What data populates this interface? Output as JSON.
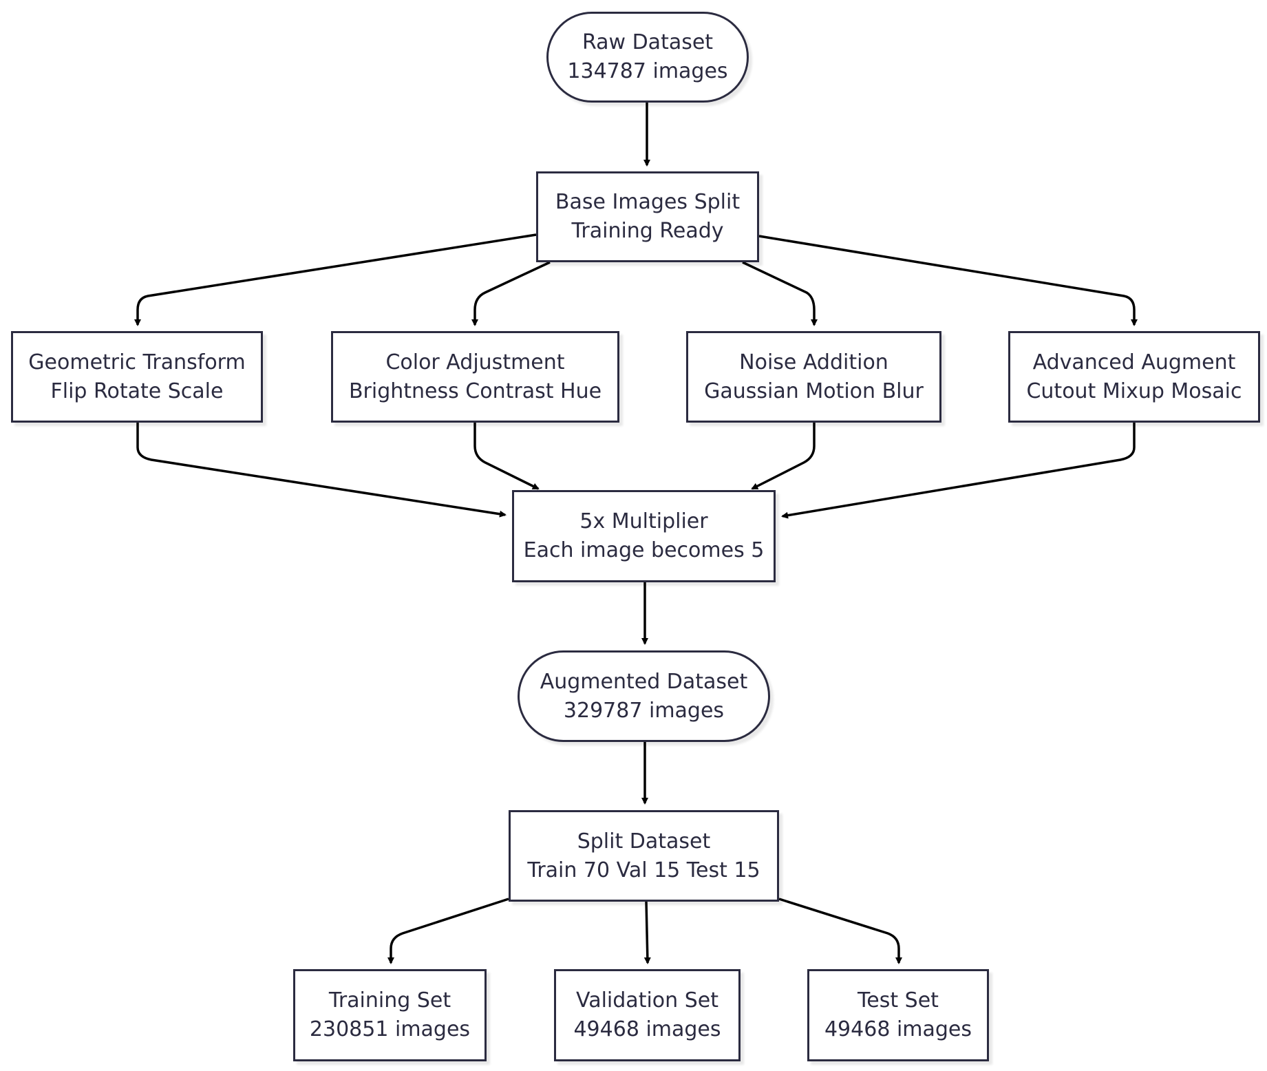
{
  "theme": {
    "stroke": "#2b2b40",
    "text": "#2b2b40",
    "arrow": "#000000",
    "fill": "#ffffff"
  },
  "nodes": {
    "raw": {
      "line1": "Raw Dataset",
      "line2": "134787 images"
    },
    "base": {
      "line1": "Base Images Split",
      "line2": "Training Ready"
    },
    "geometric": {
      "line1": "Geometric Transform",
      "line2": "Flip Rotate Scale"
    },
    "color": {
      "line1": "Color Adjustment",
      "line2": "Brightness Contrast Hue"
    },
    "noise": {
      "line1": "Noise Addition",
      "line2": "Gaussian Motion Blur"
    },
    "advanced": {
      "line1": "Advanced Augment",
      "line2": "Cutout Mixup Mosaic"
    },
    "multiplier": {
      "line1": "5x Multiplier",
      "line2": "Each image becomes 5"
    },
    "augmented": {
      "line1": "Augmented Dataset",
      "line2": "329787 images"
    },
    "split": {
      "line1": "Split Dataset",
      "line2": "Train 70 Val 15 Test 15"
    },
    "training": {
      "line1": "Training Set",
      "line2": "230851 images"
    },
    "validation": {
      "line1": "Validation Set",
      "line2": "49468 images"
    },
    "test": {
      "line1": "Test Set",
      "line2": "49468 images"
    }
  },
  "edges": [
    {
      "from": "raw",
      "to": "base"
    },
    {
      "from": "base",
      "to": "geometric"
    },
    {
      "from": "base",
      "to": "color"
    },
    {
      "from": "base",
      "to": "noise"
    },
    {
      "from": "base",
      "to": "advanced"
    },
    {
      "from": "geometric",
      "to": "multiplier"
    },
    {
      "from": "color",
      "to": "multiplier"
    },
    {
      "from": "noise",
      "to": "multiplier"
    },
    {
      "from": "advanced",
      "to": "multiplier"
    },
    {
      "from": "multiplier",
      "to": "augmented"
    },
    {
      "from": "augmented",
      "to": "split"
    },
    {
      "from": "split",
      "to": "training"
    },
    {
      "from": "split",
      "to": "validation"
    },
    {
      "from": "split",
      "to": "test"
    }
  ]
}
